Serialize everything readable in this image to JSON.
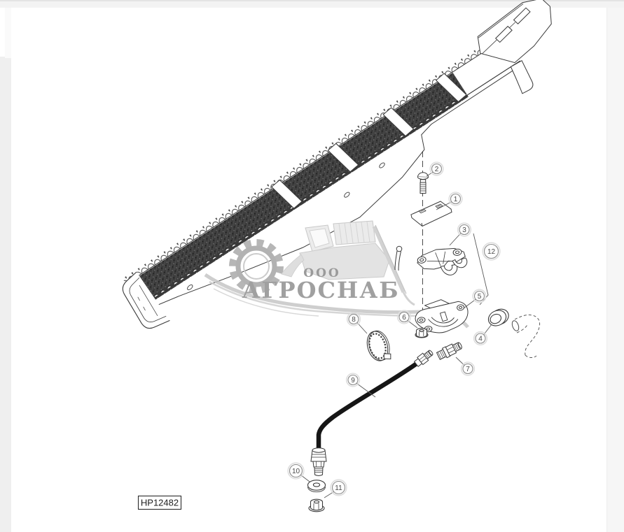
{
  "diagram": {
    "part_label": "HP12482",
    "callouts": [
      {
        "label": "1"
      },
      {
        "label": "2"
      },
      {
        "label": "3"
      },
      {
        "label": "4"
      },
      {
        "label": "5"
      },
      {
        "label": "6"
      },
      {
        "label": "7"
      },
      {
        "label": "8"
      },
      {
        "label": "9"
      },
      {
        "label": "10"
      },
      {
        "label": "11"
      },
      {
        "label": "12"
      }
    ]
  },
  "watermark": {
    "org_type": "ООО",
    "org_name": "АГРОСНАБ"
  },
  "colors": {
    "line": "#3a3a3a",
    "leader": "#5a5a5a",
    "callout_ring": "#8c8c8c",
    "watermark_text": "#9e9e9e",
    "watermark_art": "#cccccc",
    "grip_tape": "#3b3b3b",
    "hose": "#161616",
    "chrome": "#efefef",
    "canvas": "#ffffff"
  }
}
